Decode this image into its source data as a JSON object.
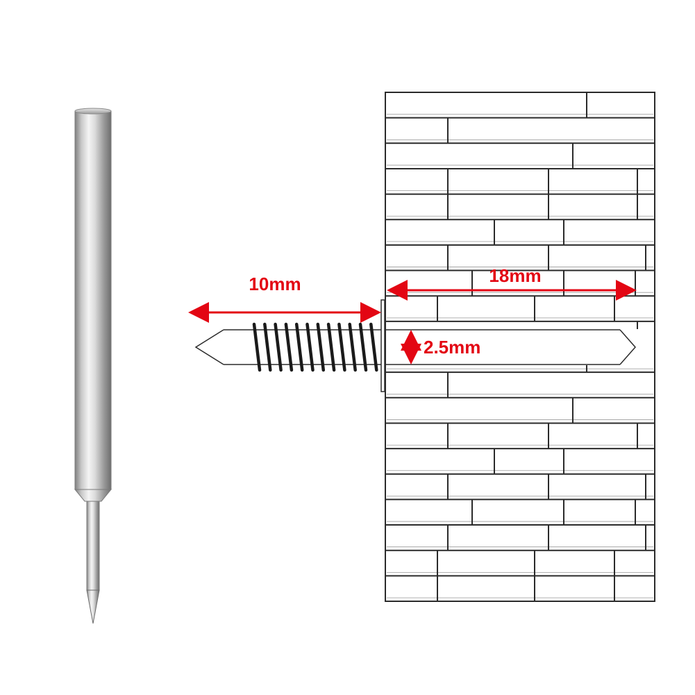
{
  "dimensions": {
    "length_outside": "10mm",
    "length_inside": "18mm",
    "diameter": "2.5mm"
  },
  "colors": {
    "annotation": "#e30613",
    "outline": "#2a2a2a",
    "background": "#ffffff",
    "metal_dark": "#8a8a8a",
    "metal_light": "#f2f2f2"
  },
  "icons": {
    "product": "steel-pin-icon",
    "wall": "brick-wall",
    "anchor": "spiral-anchor-pin"
  }
}
